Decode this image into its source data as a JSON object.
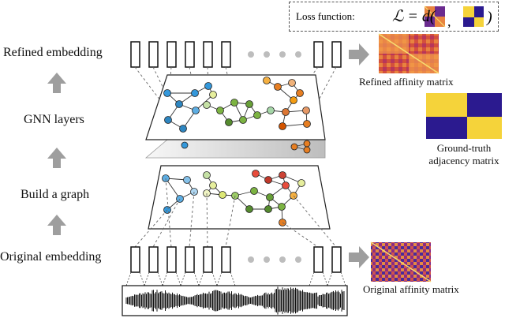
{
  "labels": {
    "refined_embedding": "Refined embedding",
    "gnn_layers": "GNN layers",
    "build_graph": "Build a graph",
    "original_embedding": "Original embedding",
    "refined_affinity": "Refined affinity matrix",
    "ground_truth_line1": "Ground-truth",
    "ground_truth_line2": "adjacency matrix",
    "original_affinity": "Original affinity matrix"
  },
  "loss": {
    "label": "Loss function:",
    "formula_left": "ℒ = d(",
    "comma": ",",
    "close": ")"
  },
  "colors": {
    "cluster_blue": "#2e86c1",
    "cluster_green": "#7cb342",
    "cluster_orange": "#e67e22",
    "cluster_red": "#c0392b",
    "matrix_dark": "#2b1a8f",
    "matrix_bright": "#f5d33a",
    "arrow_gray": "#999999"
  },
  "icons": [
    "up-arrow-icon",
    "right-arrow-icon",
    "waveform-icon"
  ]
}
